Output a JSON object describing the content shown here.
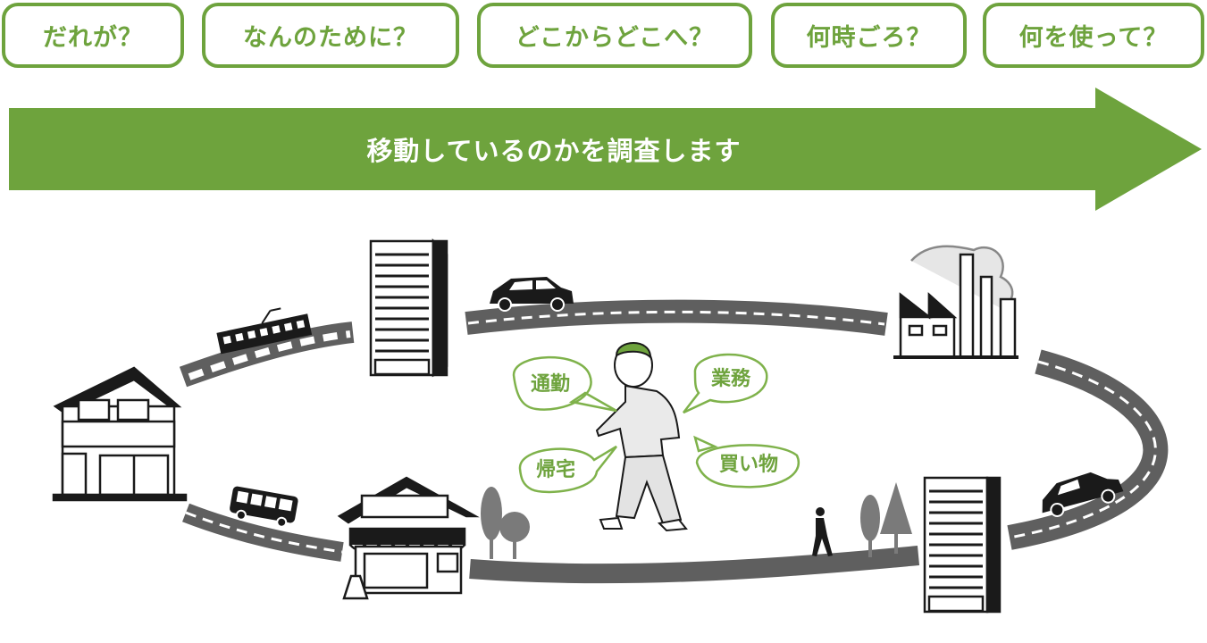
{
  "questions": [
    {
      "label": "だれが？"
    },
    {
      "label": "なんのために？"
    },
    {
      "label": "どこからどこへ？"
    },
    {
      "label": "何時ごろ？"
    },
    {
      "label": "何を使って？"
    }
  ],
  "banner": {
    "text": "移動しているのかを調査します"
  },
  "purposes": {
    "commute": "通勤",
    "business": "業務",
    "return_home": "帰宅",
    "shopping": "買い物"
  },
  "colors": {
    "accent": "#6ea33d",
    "bubble_border": "#7fb24b",
    "road": "#5f5f5f",
    "ink": "#1a1a1a"
  },
  "icons": [
    "house-icon",
    "office-building-icon",
    "factory-icon",
    "shop-icon",
    "train-icon",
    "car-icon",
    "bus-icon",
    "pedestrian-icon",
    "tree-icon",
    "walking-person-icon"
  ]
}
